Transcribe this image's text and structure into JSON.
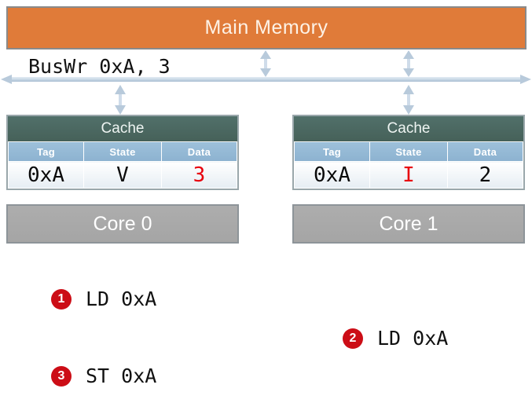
{
  "diagram": {
    "memory": {
      "label": "Main Memory",
      "color": "#e07b39"
    },
    "bus": {
      "transaction_label": "BusWr 0xA, 3",
      "line_color": "#b9cbdc"
    },
    "units": [
      {
        "id": "core0",
        "cache_title": "Cache",
        "columns": [
          "Tag",
          "State",
          "Data"
        ],
        "row": {
          "tag": "0xA",
          "state": "V",
          "data": "3"
        },
        "state_highlight": false,
        "data_highlight": true,
        "core_label": "Core 0"
      },
      {
        "id": "core1",
        "cache_title": "Cache",
        "columns": [
          "Tag",
          "State",
          "Data"
        ],
        "row": {
          "tag": "0xA",
          "state": "I",
          "data": "2"
        },
        "state_highlight": true,
        "data_highlight": false,
        "core_label": "Core 1"
      }
    ],
    "steps": [
      {
        "number": "1",
        "text": "LD 0xA"
      },
      {
        "number": "2",
        "text": "LD 0xA"
      },
      {
        "number": "3",
        "text": "ST 0xA"
      }
    ],
    "accent_color": "#e8000d",
    "badge_color": "#cc0d16"
  }
}
